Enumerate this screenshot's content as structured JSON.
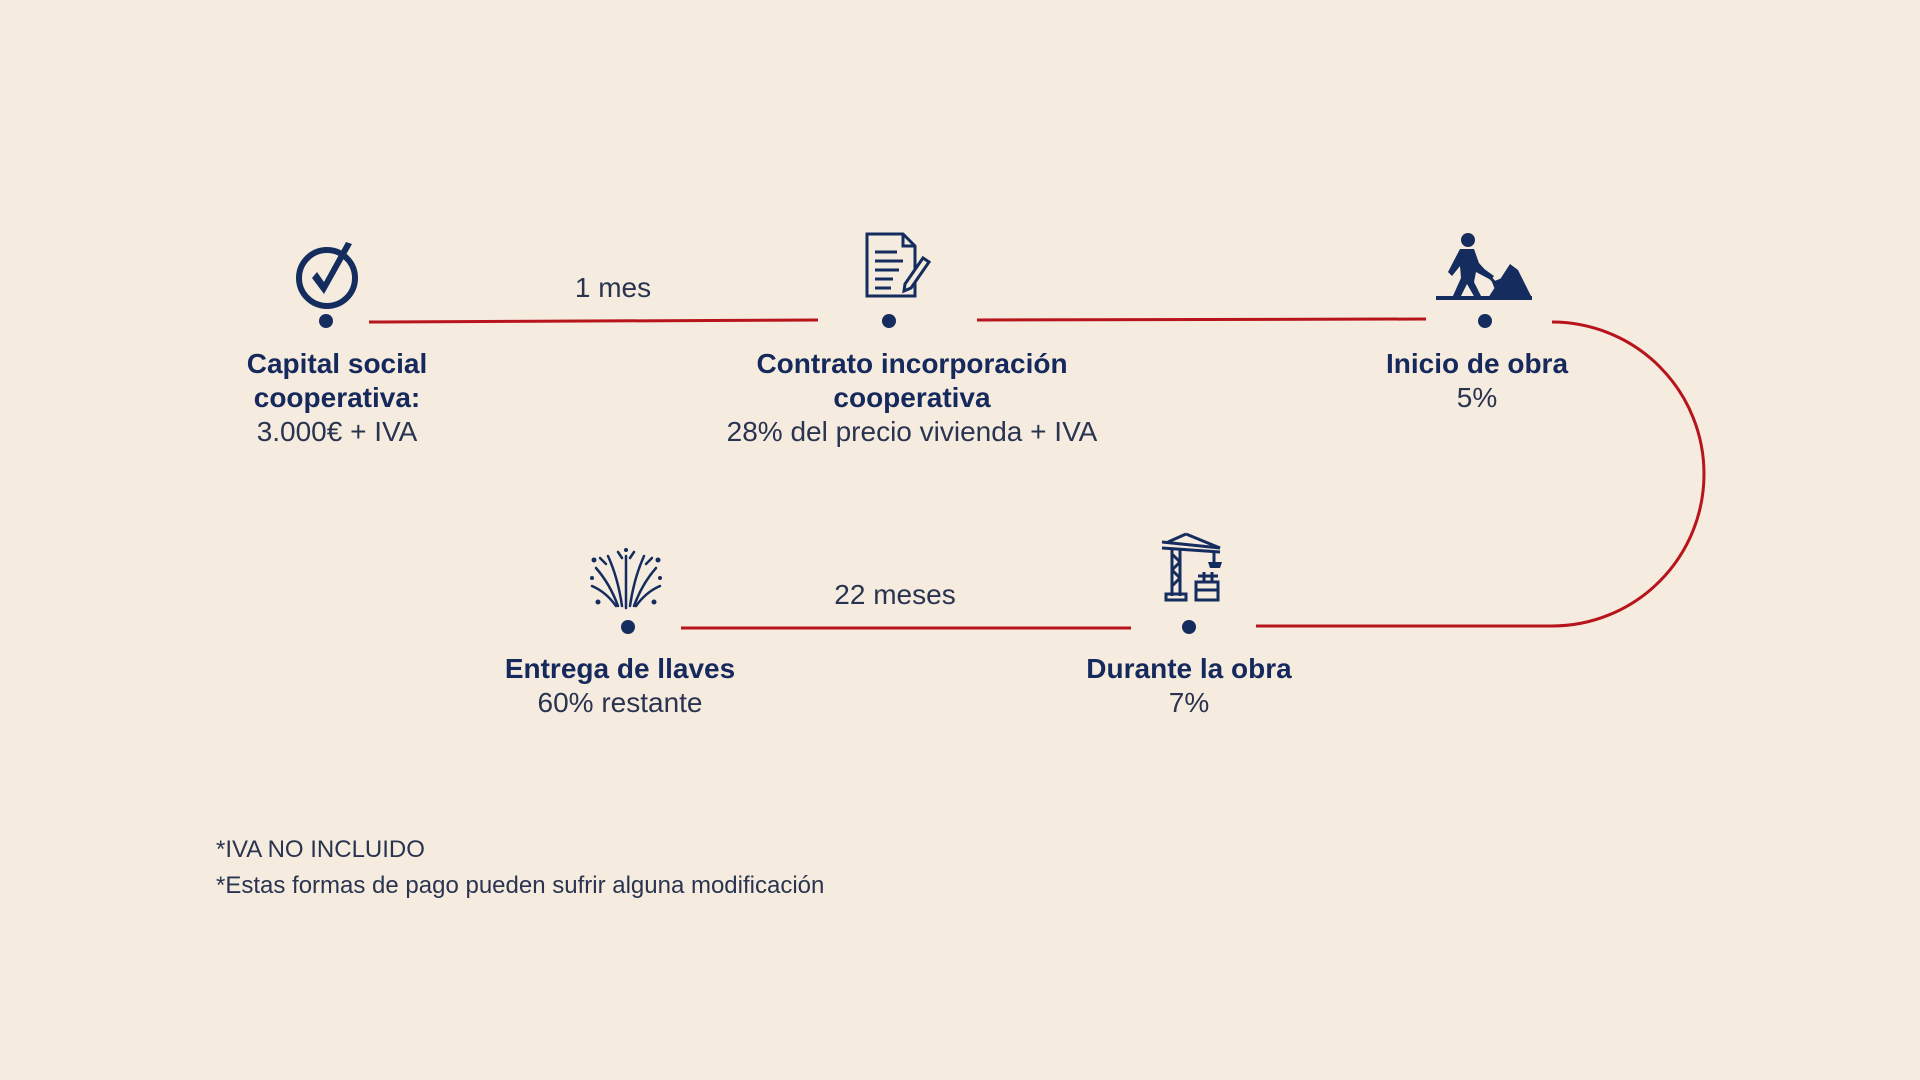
{
  "colors": {
    "background": "#f5ebde",
    "line": "#b8141c",
    "dot": "#142c5e",
    "icon": "#142c5e",
    "title_text": "#16295c",
    "body_text": "#2a3450"
  },
  "stages": [
    {
      "title_lines": [
        "Capital social",
        "cooperativa:"
      ],
      "detail": "3.000€ + IVA",
      "icon": "check-circle-icon"
    },
    {
      "title_lines": [
        "Contrato incorporación",
        "cooperativa"
      ],
      "detail": "28% del precio vivienda + IVA",
      "icon": "document-pen-icon"
    },
    {
      "title_lines": [
        "Inicio de obra"
      ],
      "detail": "5%",
      "icon": "worker-shovel-icon"
    },
    {
      "title_lines": [
        "Durante la obra"
      ],
      "detail": "7%",
      "icon": "construction-crane-icon"
    },
    {
      "title_lines": [
        "Entrega de llaves"
      ],
      "detail": "60% restante",
      "icon": "fireworks-icon"
    }
  ],
  "durations": {
    "first": "1 mes",
    "last": "22 meses"
  },
  "notes": [
    "*IVA NO INCLUIDO",
    "*Estas formas de pago pueden sufrir alguna modificación"
  ]
}
